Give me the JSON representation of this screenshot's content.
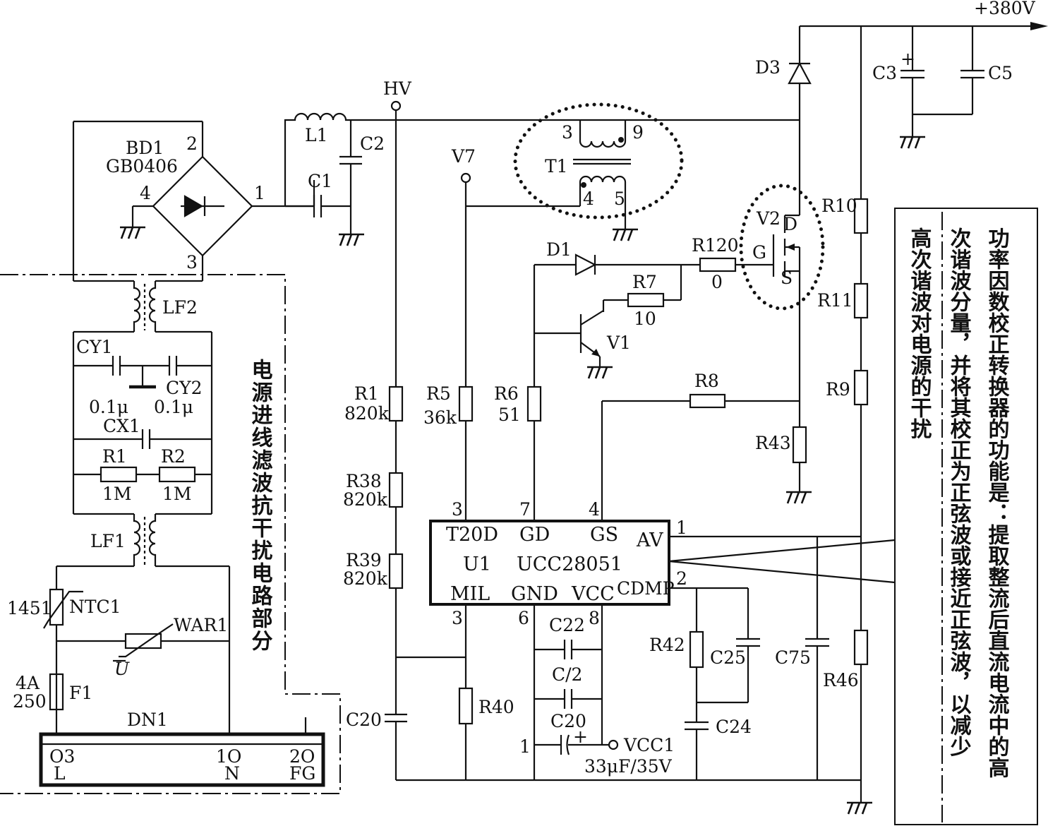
{
  "supply": {
    "output": "+380V",
    "hv": "HV",
    "v7": "V7",
    "vcc1": "VCC1"
  },
  "rectifier": {
    "ref": "BD1",
    "part": "GB0406",
    "pin1": "1",
    "pin2": "2",
    "pin3": "3",
    "pin4": "4"
  },
  "input_filter": {
    "lf1": "LF1",
    "lf2": "LF2",
    "cy1": "CY1",
    "cy2": "CY2",
    "cy1_val": "0.1μ",
    "cy2_val": "0.1μ",
    "cx1": "CX1",
    "r1": "R1",
    "r2": "R2",
    "r1_val": "1M",
    "r2_val": "1M",
    "ntc": "NTC1",
    "ntc_val": "1451",
    "var": "WAR1",
    "var_u": "U",
    "fuse": "F1",
    "fuse_a": "4A",
    "fuse_v": "250",
    "connector": "DN1",
    "pin_l_num": "O3",
    "pin_l": "L",
    "pin_n_num": "1O",
    "pin_n": "N",
    "pin_fg_num": "2O",
    "pin_fg": "FG"
  },
  "pfc": {
    "l1": "L1",
    "c1": "C1",
    "c2": "C2",
    "t1": "T1",
    "t1_p3": "3",
    "t1_p9": "9",
    "t1_p4": "4",
    "t1_p5": "5",
    "d1": "D1",
    "d3": "D3",
    "v1": "V1",
    "v2": "V2",
    "v2_d": "D",
    "v2_g": "G",
    "v2_s": "S",
    "r120": "R120",
    "r120_val": "0",
    "r7": "R7",
    "r7_val": "10",
    "r8": "R8",
    "r43": "R43",
    "r10": "R10",
    "r11": "R11",
    "r9": "R9",
    "r46": "R46",
    "c3": "C3",
    "c5": "C5",
    "c3_pol": "+"
  },
  "divider": {
    "r1": "R1",
    "r1_val": "820k",
    "r38": "R38",
    "r38_val": "820k",
    "r39": "R39",
    "r39_val": "820k",
    "r5": "R5",
    "r5_val": "36k",
    "r6": "R6",
    "r6_val": "51",
    "r40": "R40",
    "c20": "C20"
  },
  "ic": {
    "ref": "U1",
    "part": "UCC28051",
    "t20d": "T20D",
    "gd": "GD",
    "gs": "GS",
    "av": "AV",
    "mil": "MIL",
    "gnd": "GND",
    "vcc": "VCC",
    "cdmp": "CDMP",
    "pin_t20d": "3",
    "pin_gd": "7",
    "pin_gs": "4",
    "pin_av": "1",
    "pin_mil": "3",
    "pin_gnd": "6",
    "pin_vcc": "8",
    "pin_cdmp": "2"
  },
  "ic_periph": {
    "c22": "C22",
    "c2x": "C/2",
    "c20": "C20",
    "c20_pol": "+",
    "c20_pin": "1",
    "c20_val": "33μF/35V",
    "r42": "R42",
    "c25": "C25",
    "c24": "C24",
    "c75": "C75"
  },
  "notes": {
    "left_vertical": "电源进线滤波抗干扰电路部分",
    "box_col1": "功率因数校正转换器的功能是：提取整流后直流电流中的高",
    "box_col2": "次谐波分量，并将其校正为正弦波或接近正弦波，以减少",
    "box_col3": "高次谐波对电源的干扰"
  }
}
